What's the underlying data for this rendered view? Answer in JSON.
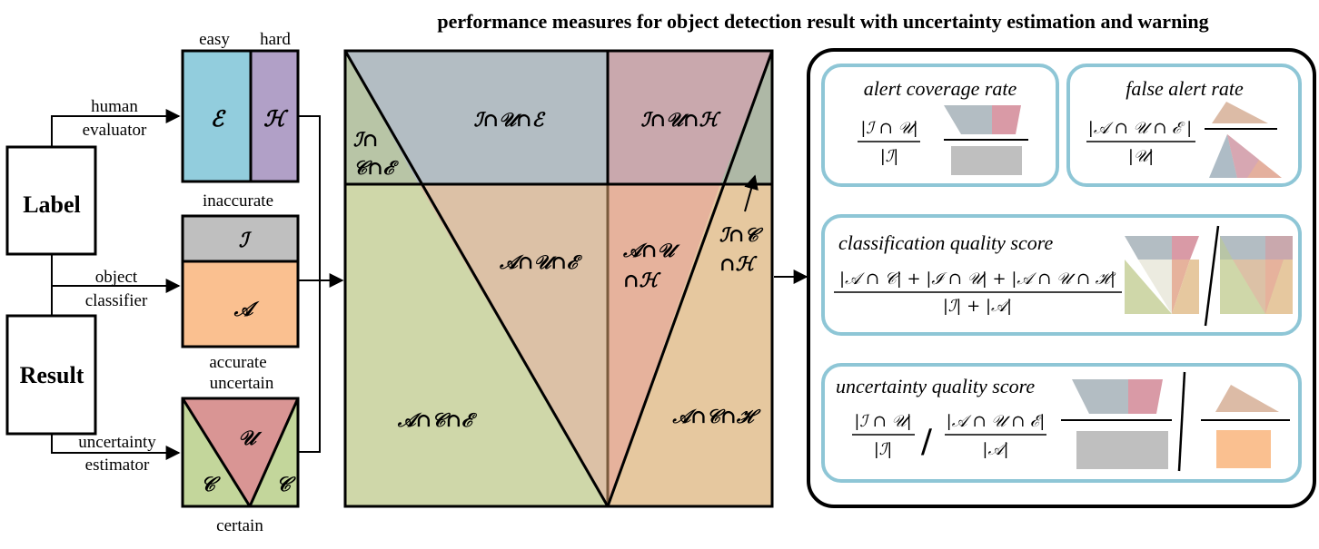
{
  "title": "performance measures for object detection result with uncertainty estimation and warning",
  "colors": {
    "easy": "#92cddd",
    "hard": "#b1a0c7",
    "inaccurate": "#bfbfbf",
    "accurate": "#fac090",
    "uncertain": "#d99594",
    "certain": "#c3d69b",
    "panel_border": "#8ec6d6"
  },
  "sources": {
    "label": "Label",
    "result": "Result",
    "human_evaluator": [
      "human",
      "evaluator"
    ],
    "object_classifier": [
      "object",
      "classifier"
    ],
    "uncertainty_estimator": [
      "uncertainty",
      "estimator"
    ]
  },
  "boxes": {
    "easy_label": "easy",
    "hard_label": "hard",
    "easy_symbol": "ℰ",
    "hard_symbol": "ℋ",
    "inaccurate_label": "inaccurate",
    "inaccurate_symbol": "ℐ",
    "accurate_symbol": "𝒜",
    "accurate_label": "accurate",
    "uncertain_label": "uncertain",
    "uncertain_symbol": "𝒰",
    "certain_symbol_left": "𝒞",
    "certain_symbol_right": "𝒞",
    "certain_label": "certain"
  },
  "regions": {
    "i_c_e": [
      "ℐ∩",
      "𝒞∩ℰ"
    ],
    "i_u_e": "ℐ∩𝒰∩ℰ",
    "i_u_h": "ℐ∩𝒰∩ℋ",
    "a_u_e": "𝒜∩𝒰∩ℰ",
    "a_u_h": [
      "𝒜∩𝒰",
      "∩ℋ"
    ],
    "i_c_h": [
      "ℐ∩𝒞",
      "∩ℋ"
    ],
    "a_c_e": "𝒜∩𝒞∩ℰ",
    "a_c_h": "𝒜∩𝒞∩ℋ"
  },
  "measures": {
    "alert_coverage": {
      "title": "alert coverage rate",
      "numerator": "|ℐ ∩ 𝒰|",
      "denominator": "|ℐ|"
    },
    "false_alert": {
      "title": "false alert rate",
      "numerator": "|𝒜 ∩ 𝒰 ∩ ℰ |",
      "denominator": "|𝒰|"
    },
    "classification_quality": {
      "title": "classification quality score",
      "numerator": "|𝒜 ∩ 𝒞| + |ℐ ∩ 𝒰| + |𝒜 ∩ 𝒰 ∩ ℋ|",
      "denominator": "|ℐ| + |𝒜|"
    },
    "uncertainty_quality": {
      "title": "uncertainty quality score",
      "left_numerator": "|ℐ ∩ 𝒰|",
      "left_denominator": "|ℐ|",
      "divider": "/",
      "right_numerator": "|𝒜 ∩ 𝒰 ∩ ℰ|",
      "right_denominator": "|𝒜|"
    }
  }
}
